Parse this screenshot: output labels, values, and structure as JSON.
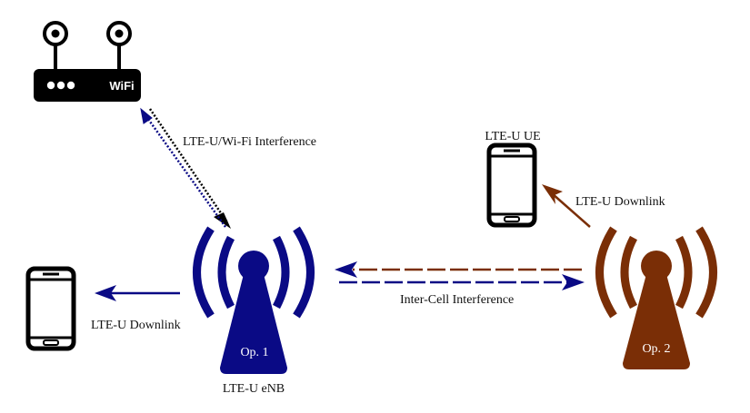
{
  "labels": {
    "wifi_router": "WiFi",
    "wifi_interference": "LTE-U/Wi-Fi Interference",
    "downlink_left": "LTE-U Downlink",
    "downlink_right": "LTE-U Downlink",
    "intercell_interference": "Inter-Cell Interference",
    "ue_right": "LTE-U UE",
    "enb_left": "LTE-U eNB",
    "tower_op1": "Op. 1",
    "tower_op2": "Op. 2"
  },
  "colors": {
    "op1": "#0a0a85",
    "op2": "#7a2e06",
    "black": "#000000"
  },
  "icons": {
    "router": "wifi-router-icon",
    "phone_left": "smartphone-icon",
    "phone_right": "smartphone-icon",
    "tower_left": "cell-tower-icon",
    "tower_right": "cell-tower-icon"
  }
}
